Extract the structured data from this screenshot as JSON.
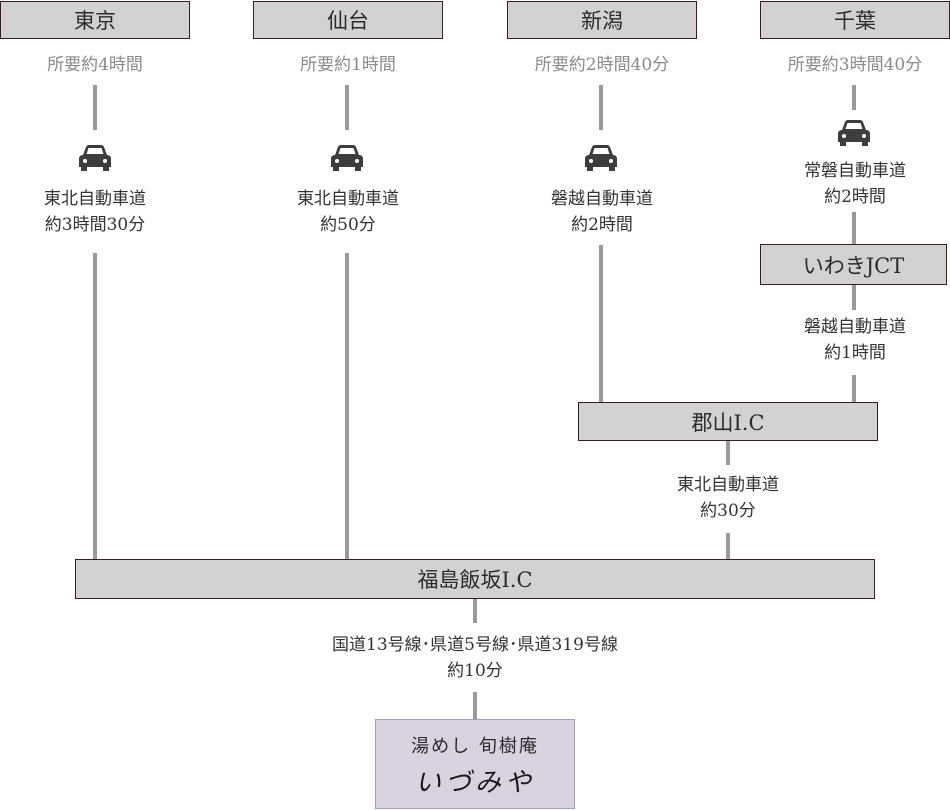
{
  "origins": {
    "tokyo": {
      "name": "東京",
      "total": "所要約4時間",
      "road": "東北自動車道",
      "duration": "約3時間30分"
    },
    "sendai": {
      "name": "仙台",
      "total": "所要約1時間",
      "road": "東北自動車道",
      "duration": "約50分"
    },
    "niigata": {
      "name": "新潟",
      "total": "所要約2時間40分",
      "road": "磐越自動車道",
      "duration": "約2時間"
    },
    "chiba": {
      "name": "千葉",
      "total": "所要約3時間40分",
      "road": "常磐自動車道",
      "duration": "約2時間",
      "junction": "いわきJCT",
      "road2": "磐越自動車道",
      "duration2": "約1時間"
    }
  },
  "koriyama": {
    "name": "郡山I.C",
    "road": "東北自動車道",
    "duration": "約30分"
  },
  "fukushima": {
    "name": "福島飯坂I.C",
    "road": "国道13号線･県道5号線･県道319号線",
    "duration": "約10分"
  },
  "destination": {
    "line1": "湯めし 旬樹庵",
    "line2": "いづみや"
  },
  "icons": {
    "vehicle": "car-icon"
  },
  "colors": {
    "box_fill": "#d2d2d2",
    "box_border": "#3a1e1e",
    "line": "#9a9a9a",
    "muted_text": "#8b8b8b",
    "dest_fill": "#d9d3e0"
  }
}
